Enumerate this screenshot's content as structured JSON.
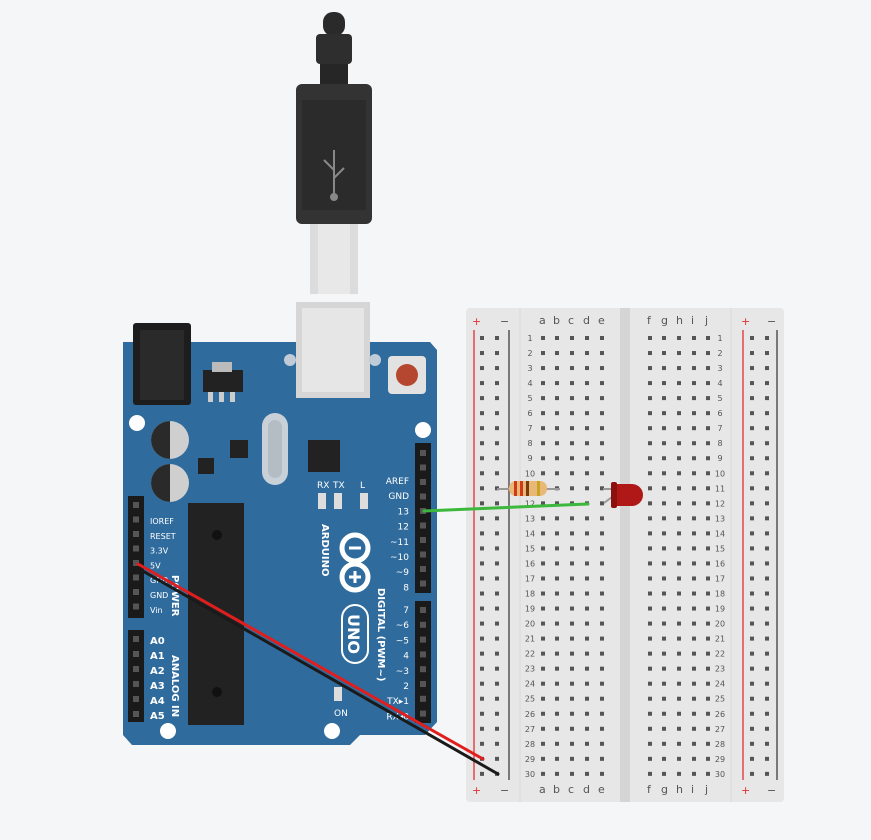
{
  "breadboard": {
    "columns_left": [
      "a",
      "b",
      "c",
      "d",
      "e"
    ],
    "columns_right": [
      "f",
      "g",
      "h",
      "i",
      "j"
    ],
    "rows": 30,
    "rail_plus": "+",
    "rail_minus": "−"
  },
  "arduino": {
    "brand": "ARDUINO",
    "model": "UNO",
    "power_header_title": "POWER",
    "analog_header_title": "ANALOG IN",
    "digital_header_title": "DIGITAL (PWM~)",
    "power_pins": [
      "IOREF",
      "RESET",
      "3.3V",
      "5V",
      "GND",
      "GND",
      "Vin"
    ],
    "analog_pins": [
      "A0",
      "A1",
      "A2",
      "A3",
      "A4",
      "A5"
    ],
    "digital_top": [
      "AREF",
      "GND",
      "13",
      "12",
      "~11",
      "~10",
      "~9",
      "8"
    ],
    "digital_bottom": [
      "7",
      "~6",
      "~5",
      "4",
      "~3",
      "2",
      "TX▸1",
      "RX◂0"
    ],
    "led_labels": [
      "RX",
      "TX",
      "L"
    ],
    "on_label": "ON"
  },
  "wires": [
    {
      "name": "green-wire",
      "color": "#3cb83c"
    },
    {
      "name": "red-wire",
      "color": "#e01e1e"
    },
    {
      "name": "black-wire",
      "color": "#1a1a1a"
    }
  ],
  "components": {
    "led_color": "#b01818",
    "resistor_color": "#e8b877"
  }
}
